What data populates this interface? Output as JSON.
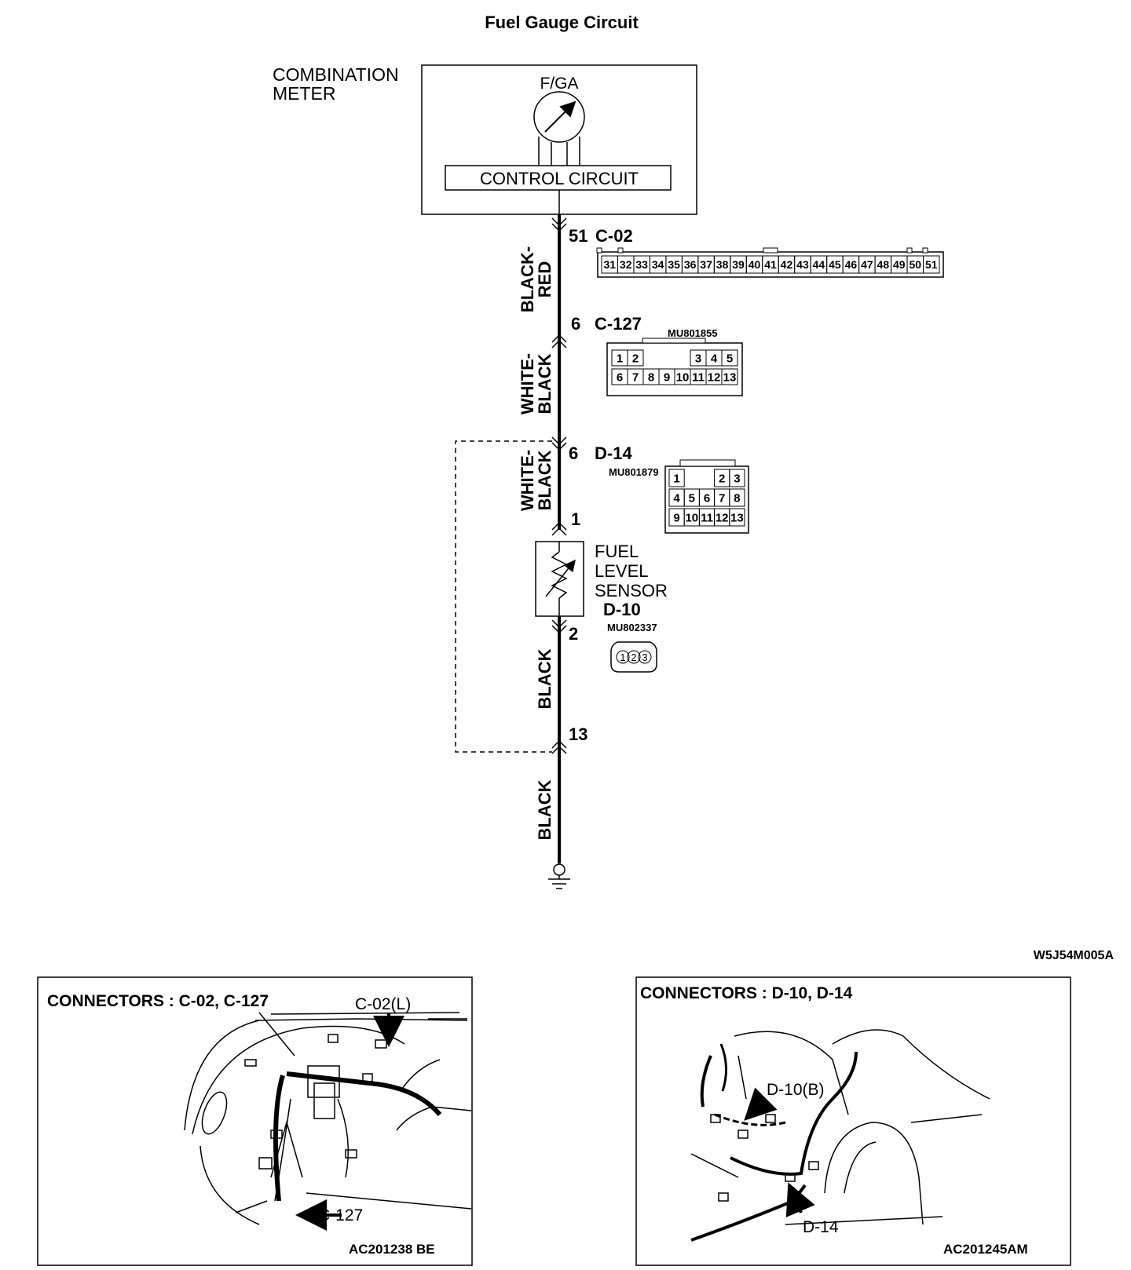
{
  "title": "Fuel Gauge Circuit",
  "meter": {
    "label_line1": "COMBINATION",
    "label_line2": "METER",
    "gauge_label": "F/GA",
    "control_label": "CONTROL CIRCUIT"
  },
  "wires": {
    "w1_line1": "BLACK-",
    "w1_line2": "RED",
    "w2_line1": "WHITE-",
    "w2_line2": "BLACK",
    "w3_line1": "WHITE-",
    "w3_line2": "BLACK",
    "w4": "BLACK",
    "w5": "BLACK"
  },
  "pins": {
    "p51": "51",
    "p6a": "6",
    "p6b": "6",
    "p1": "1",
    "p2": "2",
    "p13": "13"
  },
  "connectors": {
    "c02": {
      "name": "C-02",
      "pins": [
        "31",
        "32",
        "33",
        "34",
        "35",
        "36",
        "37",
        "38",
        "39",
        "40",
        "41",
        "42",
        "43",
        "44",
        "45",
        "46",
        "47",
        "48",
        "49",
        "50",
        "51"
      ]
    },
    "c127": {
      "name": "C-127",
      "part": "MU801855",
      "row1": [
        "1",
        "2",
        "",
        "",
        "",
        "3",
        "4",
        "5"
      ],
      "row2": [
        "6",
        "7",
        "8",
        "9",
        "10",
        "11",
        "12",
        "13"
      ]
    },
    "d14": {
      "name": "D-14",
      "part": "MU801879",
      "row1": [
        "1",
        "",
        "",
        "2",
        "3"
      ],
      "row2": [
        "4",
        "5",
        "6",
        "7",
        "8"
      ],
      "row3": [
        "9",
        "10",
        "11",
        "12",
        "13"
      ]
    },
    "d10": {
      "name": "D-10",
      "part": "MU802337",
      "pins": [
        "1",
        "2",
        "3"
      ]
    }
  },
  "sensor": {
    "line1": "FUEL",
    "line2": "LEVEL",
    "line3": "SENSOR"
  },
  "diagram_code": "W5J54M005A",
  "panel_left": {
    "title": "CONNECTORS : C-02, C-127",
    "callout_c02": "C-02(L)",
    "callout_c127": "C-127",
    "code": "AC201238  BE"
  },
  "panel_right": {
    "title": "CONNECTORS : D-10, D-14",
    "callout_d10": "D-10(B)",
    "callout_d14": "D-14",
    "code": "AC201245AM"
  }
}
